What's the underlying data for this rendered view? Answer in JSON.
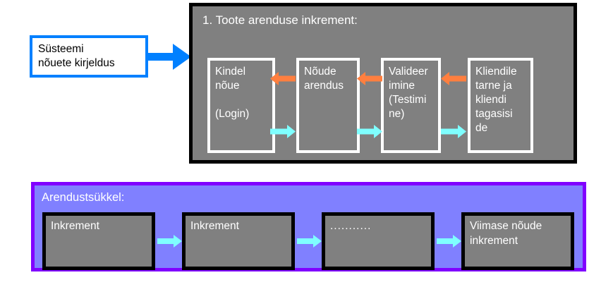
{
  "colors": {
    "panel_gray": "#808080",
    "increment_border": "#000000",
    "cycle_fill": "#8080ff",
    "cycle_border": "#8000ff",
    "source_border": "#0080ff",
    "forward_arrow": "#7fffff",
    "backward_arrow": "#ff7f3f",
    "box_border": "#ffffff",
    "text_light": "#ffffff",
    "text_dark": "#000000"
  },
  "source": {
    "line1": "Süsteemi",
    "line2": "nõuete kirjeldus",
    "arrow_icon": "right-block-arrow"
  },
  "increment": {
    "title": "1. Toote arenduse inkrement:",
    "stages": [
      {
        "lines": [
          "Kindel",
          "nõue",
          "",
          "(Login)"
        ]
      },
      {
        "lines": [
          "Nõude",
          "arendus"
        ]
      },
      {
        "lines": [
          "Valideer",
          "imine",
          "(Testimi",
          "ne)"
        ]
      },
      {
        "lines": [
          "Kliendile",
          "tarne ja",
          "kliendi",
          "tagasisi",
          "de"
        ]
      }
    ],
    "backward_arrows": [
      {
        "icon": "left-arrow"
      },
      {
        "icon": "left-arrow"
      },
      {
        "icon": "left-arrow"
      }
    ],
    "forward_arrows": [
      {
        "icon": "right-arrow"
      },
      {
        "icon": "right-arrow"
      },
      {
        "icon": "right-arrow"
      }
    ]
  },
  "cycle": {
    "title": "Arendustsükkel:",
    "boxes": [
      {
        "lines": [
          "Inkrement"
        ]
      },
      {
        "lines": [
          "Inkrement"
        ]
      },
      {
        "lines": [
          "..........."
        ]
      },
      {
        "lines": [
          "Viimase nõude",
          "inkrement"
        ]
      }
    ],
    "arrows": [
      {
        "icon": "right-arrow"
      },
      {
        "icon": "right-arrow"
      },
      {
        "icon": "right-arrow"
      }
    ]
  }
}
